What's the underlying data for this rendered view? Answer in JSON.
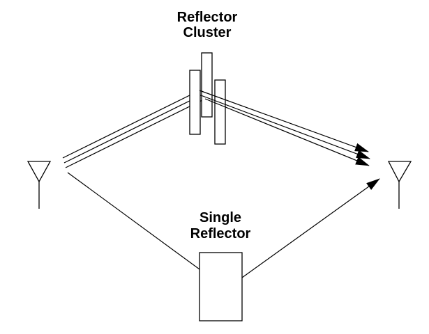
{
  "labels": {
    "cluster_line1": "Reflector",
    "cluster_line2": "Cluster",
    "single_line1": "Single",
    "single_line2": "Reflector"
  },
  "colors": {
    "ink": "#000000",
    "background": "#ffffff"
  }
}
